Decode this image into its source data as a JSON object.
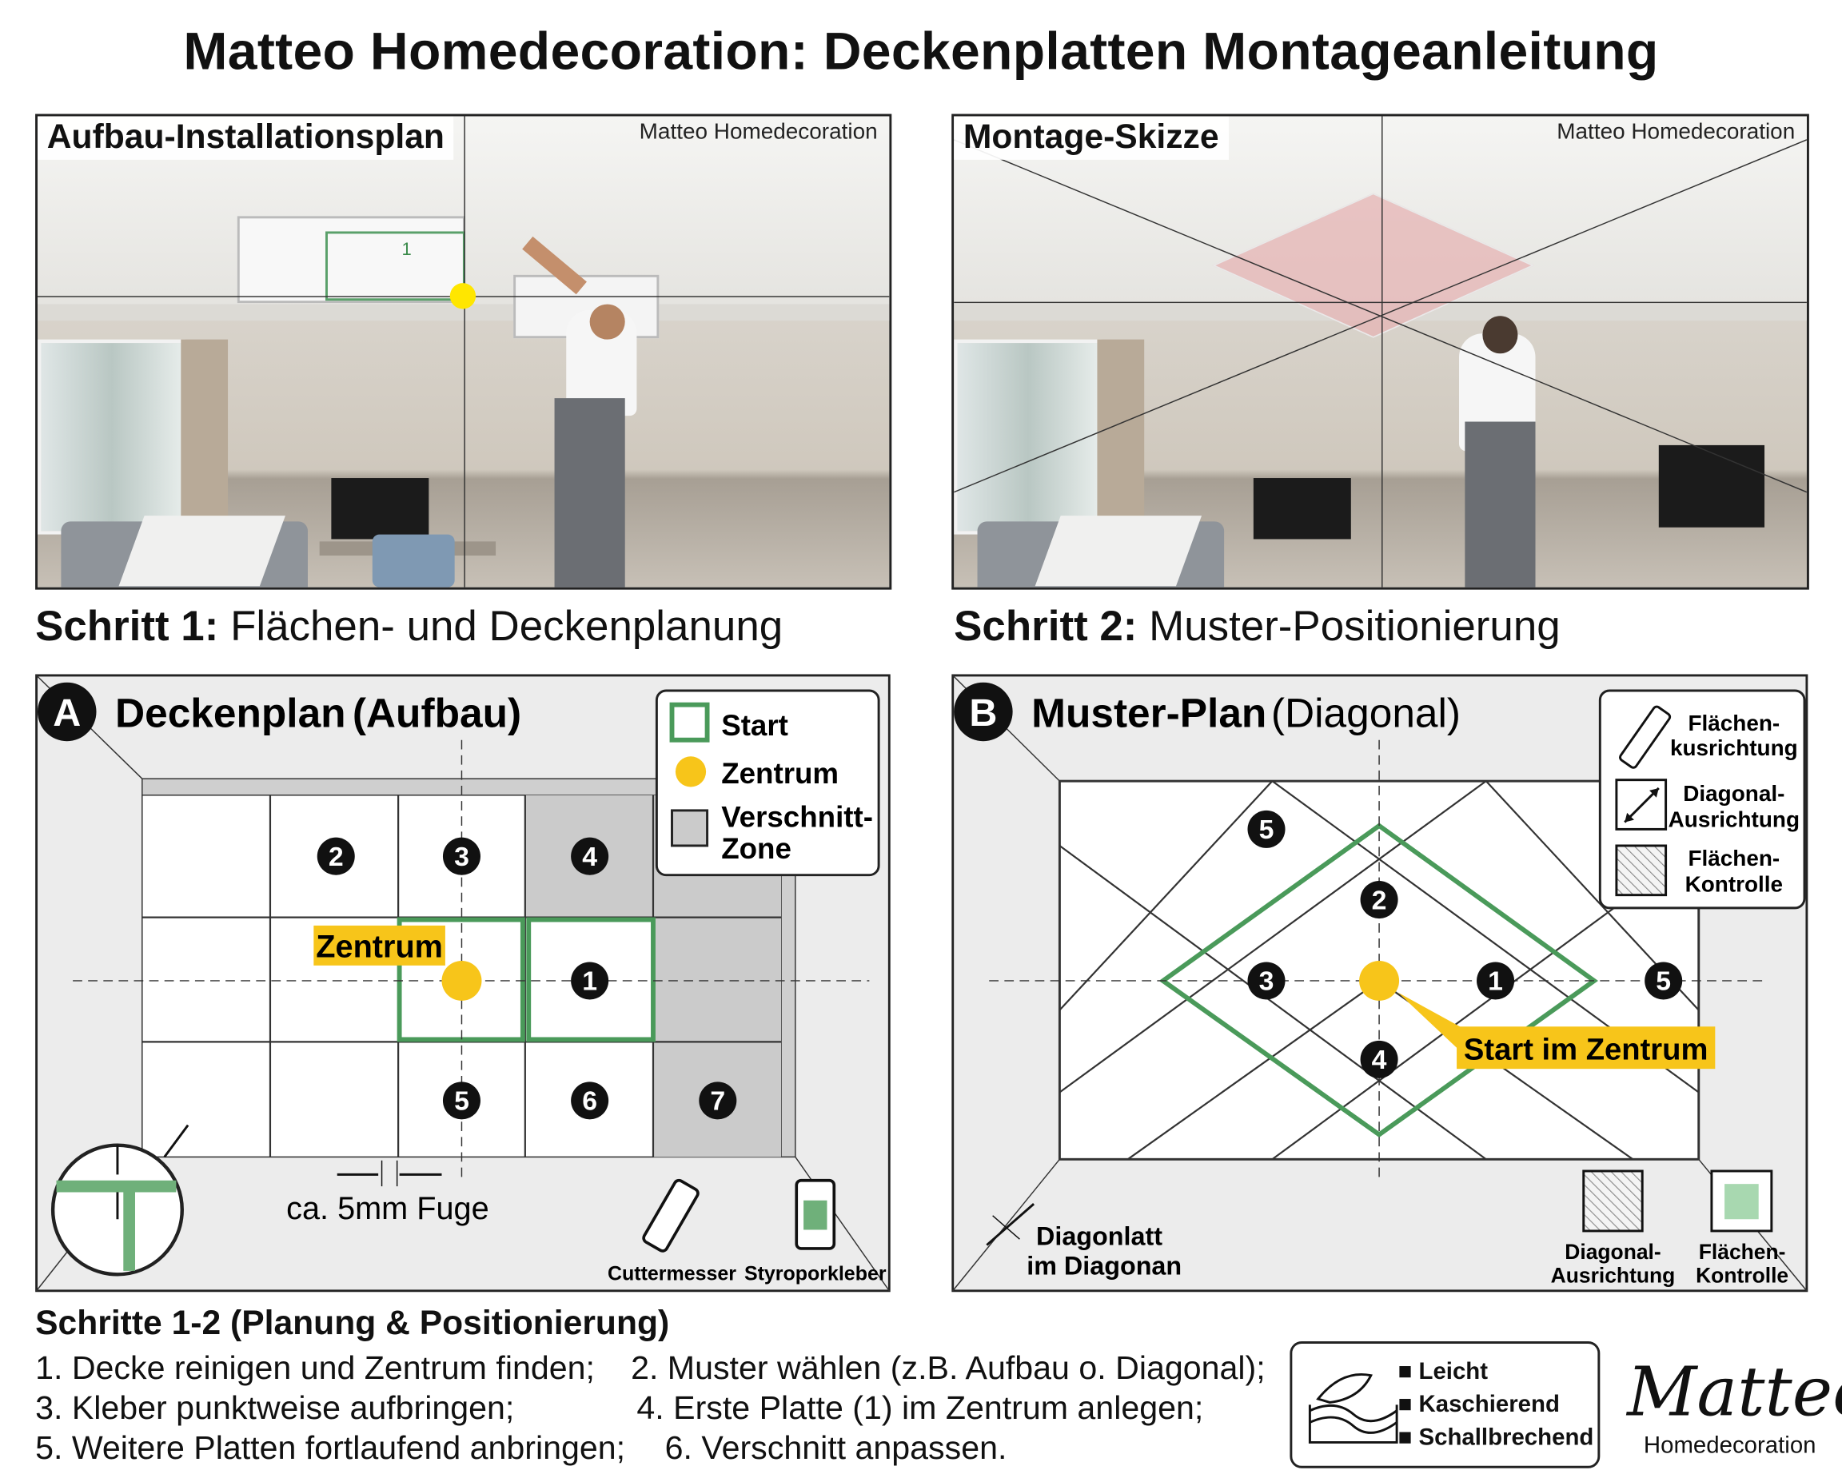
{
  "title": "Matteo Homedecoration: Deckenplatten Montageanleitung",
  "photos": [
    {
      "label": "Aufbau-Installationsplan",
      "brand": "Matteo Homedecoration",
      "tile_number": "1"
    },
    {
      "label": "Montage-Skizze",
      "brand": "Matteo Homedecoration"
    }
  ],
  "steps": [
    {
      "prefix": "Schritt 1:",
      "text": "Flächen- und Deckenplanung"
    },
    {
      "prefix": "Schritt 2:",
      "text": "Muster-Positionierung"
    }
  ],
  "diagram_a": {
    "badge": "A",
    "title": "Deckenplan",
    "title_suffix": "(Aufbau)",
    "legend": {
      "start": "Start",
      "center": "Zentrum",
      "waste_1": "Verschnitt-",
      "waste_2": "Zone"
    },
    "tile_numbers": [
      "1",
      "2",
      "3",
      "4",
      "5",
      "6",
      "7"
    ],
    "center_label": "Zentrum",
    "gap_label": "ca. 5mm Fuge",
    "tools": [
      "Cuttermesser",
      "Styroporkleber"
    ],
    "colors": {
      "green": "#4a9a5a",
      "yellow": "#f7c51a",
      "gray": "#c9c9c9"
    }
  },
  "diagram_b": {
    "badge": "B",
    "title": "Muster-Plan",
    "title_suffix": "(Diagonal)",
    "legend": [
      {
        "icon": "cutter-knife-icon",
        "line1": "Flächen-",
        "line2": "kusrichtung"
      },
      {
        "icon": "diagonal-arrow-icon",
        "line1": "Diagonal-",
        "line2": "Ausrichtung"
      },
      {
        "icon": "hatch-square-icon",
        "line1": "Flächen-",
        "line2": "Kontrolle"
      }
    ],
    "tile_numbers": [
      "1",
      "2",
      "3",
      "4",
      "5",
      "5"
    ],
    "start_label": "Start im Zentrum",
    "corner_label_1": "Diagonlatt",
    "corner_label_2": "im Diagonan",
    "bottom_icons": [
      {
        "line1": "Diagonal-",
        "line2": "Ausrichtung"
      },
      {
        "line1": "Flächen-",
        "line2": "Kontrolle"
      }
    ]
  },
  "instructions": {
    "heading": "Schritte 1-2 (Planung & Positionierung)",
    "lines": [
      [
        "1. Decke reinigen und Zentrum finden;",
        "2. Muster wählen (z.B. Aufbau o. Diagonal);"
      ],
      [
        "3. Kleber punktweise aufbringen;",
        "4. Erste Platte (1) im Zentrum anlegen;"
      ],
      [
        "5. Weitere Platten fortlaufend anbringen;",
        "6. Verschnitt anpassen."
      ]
    ]
  },
  "features": [
    "Leicht",
    "Kaschierend",
    "Schallbrechend"
  ],
  "logo": {
    "script": "Matteo",
    "sub": "Homedecoration"
  }
}
